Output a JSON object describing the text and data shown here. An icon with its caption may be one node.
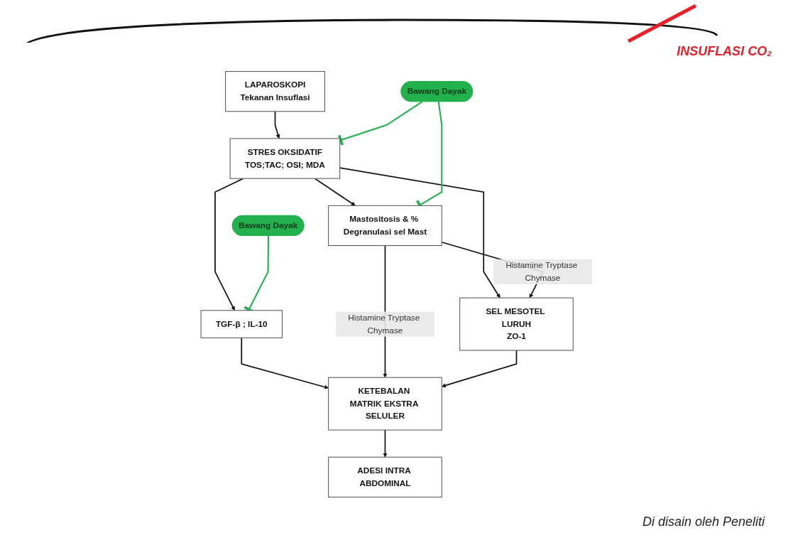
{
  "diagram": {
    "caption": "Di disain oleh Peneliti",
    "nodes": [
      {
        "text": [
          "LAPAROSKOPI",
          "Tekanan Insuflasi"
        ]
      },
      {
        "text": [
          "STRES OKSIDATIF",
          "TOS;TAC; OSI; MDA"
        ]
      },
      {
        "text": [
          "Bawang Dayak"
        ]
      },
      {
        "text": [
          "Bawang Dayak"
        ]
      },
      {
        "text": [
          "TGF-β ; IL-10"
        ]
      },
      {
        "text": [
          "Mastositosis & % Degranulasi sel Mast"
        ]
      },
      {
        "text": [
          "SEL MESOTEL LURUH",
          "ZO-1"
        ]
      },
      {
        "text": [
          "KETEBALAN MATRIK EKSTRA SELULER"
        ]
      },
      {
        "text": [
          "ADESI INTRA ABDOMINAL"
        ]
      }
    ],
    "edges": [
      {
        "from": 0,
        "to": 1,
        "arrow": "to"
      },
      {
        "from": 1,
        "to": 4,
        "arrow": "to"
      },
      {
        "from": 1,
        "to": 5,
        "arrow": "to"
      },
      {
        "from": 1,
        "to": 6,
        "arrow": "to"
      },
      {
        "from": 2,
        "to": 4,
        "arrow": "other",
        "color": "#22b14c"
      },
      {
        "from": 3,
        "to": 1,
        "arrow": "other",
        "color": "#22b14c"
      },
      {
        "from": 3,
        "to": 5,
        "arrow": "other",
        "color": "#22b14c"
      },
      {
        "from": 5,
        "to": 6,
        "arrow": "to",
        "label": "Histamine Tryptase Chymase"
      },
      {
        "from": 4,
        "to": 7,
        "arrow": "to"
      },
      {
        "from": 5,
        "to": 7,
        "arrow": "to",
        "label": "Histamine Tryptase Chymase"
      },
      {
        "from": 6,
        "to": 7,
        "arrow": "to"
      },
      {
        "from": 7,
        "to": 8,
        "arrow": "to"
      }
    ],
    "labels": [
      "INSUFLASI CO₂"
    ]
  }
}
